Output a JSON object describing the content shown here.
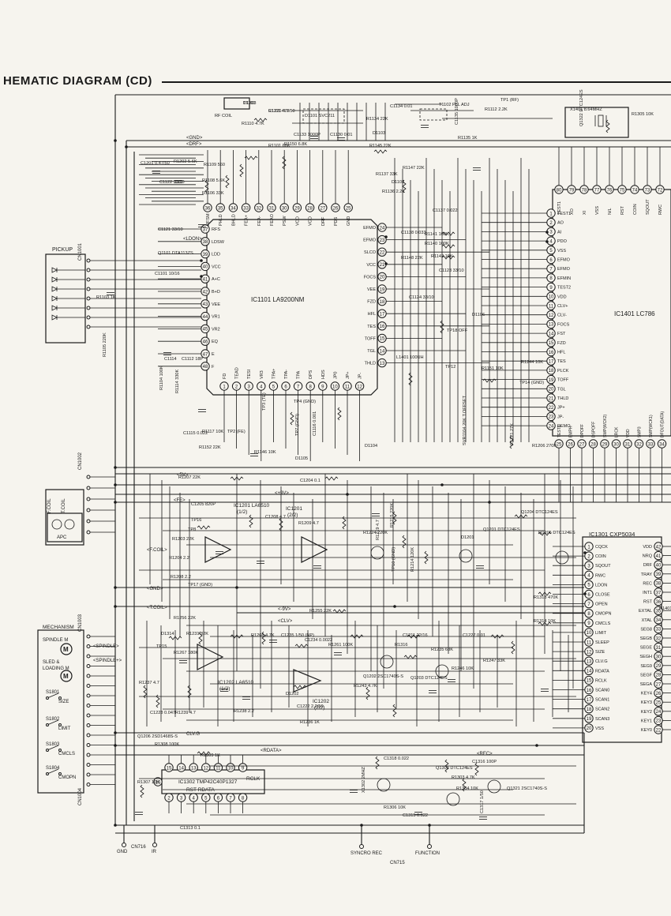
{
  "title": "HEMATIC DIAGRAM (CD)",
  "ic1101": {
    "label": "IC1101 LA9200NM",
    "left_pins": [
      {
        "n": "37",
        "name": "RFS"
      },
      {
        "n": "38",
        "name": "LDSW"
      },
      {
        "n": "39",
        "name": "LDD"
      },
      {
        "n": "40",
        "name": "VCC"
      },
      {
        "n": "41",
        "name": "A+C"
      },
      {
        "n": "42",
        "name": "B+D"
      },
      {
        "n": "43",
        "name": "VEE"
      },
      {
        "n": "44",
        "name": "VR1"
      },
      {
        "n": "45",
        "name": "VR2"
      },
      {
        "n": "46",
        "name": "EQ"
      },
      {
        "n": "47",
        "name": "E"
      },
      {
        "n": "48",
        "name": "F"
      }
    ],
    "right_pins": [
      {
        "n": "24",
        "name": "EFMO"
      },
      {
        "n": "23",
        "name": "EFMO"
      },
      {
        "n": "22",
        "name": "SLCO"
      },
      {
        "n": "21",
        "name": "VCC"
      },
      {
        "n": "20",
        "name": "FOCS"
      },
      {
        "n": "19",
        "name": "VEE"
      },
      {
        "n": "18",
        "name": "FZD"
      },
      {
        "n": "17",
        "name": "HFL"
      },
      {
        "n": "16",
        "name": "TES"
      },
      {
        "n": "15",
        "name": "TOFF"
      },
      {
        "n": "14",
        "name": "TGL"
      },
      {
        "n": "13",
        "name": "THLD"
      }
    ],
    "top_pins": [
      {
        "n": "36",
        "name": "RFSM"
      },
      {
        "n": "35",
        "name": "PHLD"
      },
      {
        "n": "34",
        "name": "BHLD"
      },
      {
        "n": "33",
        "name": "FEA+"
      },
      {
        "n": "32",
        "name": "FEA-"
      },
      {
        "n": "31",
        "name": "FEAO"
      },
      {
        "n": "30",
        "name": "PSW"
      },
      {
        "n": "29",
        "name": "VCO"
      },
      {
        "n": "28",
        "name": "VCO"
      },
      {
        "n": "27",
        "name": "DRF"
      },
      {
        "n": "26",
        "name": "PDS"
      },
      {
        "n": "25",
        "name": "GND"
      }
    ],
    "bottom_pins": [
      {
        "n": "1",
        "name": "FD"
      },
      {
        "n": "2",
        "name": "TEAD"
      },
      {
        "n": "3",
        "name": "TESI"
      },
      {
        "n": "4",
        "name": "VR3"
      },
      {
        "n": "5",
        "name": "TPA+"
      },
      {
        "n": "6",
        "name": "TPA-"
      },
      {
        "n": "7",
        "name": "TPA"
      },
      {
        "n": "8",
        "name": "DPS"
      },
      {
        "n": "9",
        "name": "HDS"
      },
      {
        "n": "10",
        "name": "JP0"
      },
      {
        "n": "11",
        "name": "JP+"
      },
      {
        "n": "12",
        "name": "JP-"
      }
    ]
  },
  "ic1401": {
    "label": "IC1401 LC786",
    "top_pins": [
      "80",
      "79",
      "78",
      "77",
      "76",
      "75",
      "74",
      "73",
      "72"
    ],
    "top_names": [
      "TEST1",
      "XO",
      "XI",
      "VSS",
      "N/L",
      "RST",
      "COIN",
      "SQOUT",
      "RWC"
    ],
    "left_pins": [
      {
        "n": "1",
        "name": "TEST1"
      },
      {
        "n": "2",
        "name": "AO"
      },
      {
        "n": "3",
        "name": "AI"
      },
      {
        "n": "4",
        "name": "PDO"
      },
      {
        "n": "5",
        "name": "VSS"
      },
      {
        "n": "6",
        "name": "EFMO"
      },
      {
        "n": "7",
        "name": "EFMO"
      },
      {
        "n": "8",
        "name": "EFMIN"
      },
      {
        "n": "9",
        "name": "TEST2"
      },
      {
        "n": "10",
        "name": "VDD"
      },
      {
        "n": "11",
        "name": "CLV+"
      },
      {
        "n": "12",
        "name": "CLV-"
      },
      {
        "n": "13",
        "name": "FOCS"
      },
      {
        "n": "14",
        "name": "FST"
      },
      {
        "n": "15",
        "name": "FZD"
      },
      {
        "n": "16",
        "name": "HFL"
      },
      {
        "n": "17",
        "name": "TES"
      },
      {
        "n": "18",
        "name": "PLCK"
      },
      {
        "n": "19",
        "name": "TOFF"
      },
      {
        "n": "20",
        "name": "TGL"
      },
      {
        "n": "21",
        "name": "THLD"
      },
      {
        "n": "22",
        "name": "JP+"
      },
      {
        "n": "23",
        "name": "JP-"
      },
      {
        "n": "24",
        "name": "DEMO"
      }
    ],
    "bottom_pins": [
      "25",
      "26",
      "27",
      "28",
      "29",
      "30",
      "31",
      "32",
      "33",
      "34"
    ],
    "bottom_names": [
      "TEST3",
      "EMPH",
      "DPOFF",
      "DSPOFF",
      "SWP(WCK2)",
      "LRCK",
      "VDD",
      "SMP3",
      "SMP(WCK1)",
      "DFOUT(DATA)"
    ]
  },
  "ic1302": {
    "label": "IC1302 TMP42C40P1327",
    "sub": "RST RDATA",
    "top_pins": [
      "15",
      "14",
      "13",
      "12",
      "11",
      "10",
      "9"
    ],
    "bottom_pins": [
      "2",
      "3",
      "4",
      "5",
      "6",
      "7",
      "8"
    ],
    "left_pin": "16",
    "rclk": "RCLK"
  },
  "ic1301": {
    "label": "IC1301 CXP5034",
    "left_pins": [
      {
        "n": "1",
        "name": "CQCK"
      },
      {
        "n": "2",
        "name": "COIN"
      },
      {
        "n": "3",
        "name": "SQOUT"
      },
      {
        "n": "4",
        "name": "RWC"
      },
      {
        "n": "5",
        "name": "LDON"
      },
      {
        "n": "6",
        "name": "CLOSE"
      },
      {
        "n": "7",
        "name": "OPEN"
      },
      {
        "n": "8",
        "name": "CMOPN"
      },
      {
        "n": "9",
        "name": "CMCLS"
      },
      {
        "n": "10",
        "name": "LIMIT"
      },
      {
        "n": "11",
        "name": "SLEEP"
      },
      {
        "n": "12",
        "name": "SIZE"
      },
      {
        "n": "13",
        "name": "CLV.G"
      },
      {
        "n": "14",
        "name": "RDATA"
      },
      {
        "n": "15",
        "name": "RCLK"
      },
      {
        "n": "16",
        "name": "SCAN0"
      },
      {
        "n": "17",
        "name": "SCAN1"
      },
      {
        "n": "18",
        "name": "SCAN2"
      },
      {
        "n": "19",
        "name": "SCAN3"
      },
      {
        "n": "20",
        "name": "VSS"
      }
    ],
    "right_pins": [
      {
        "n": "42",
        "name": "VDD"
      },
      {
        "n": "41",
        "name": "NRQ"
      },
      {
        "n": "40",
        "name": "DRF"
      },
      {
        "n": "39",
        "name": "TRAY"
      },
      {
        "n": "38",
        "name": "REC"
      },
      {
        "n": "37",
        "name": "INT1"
      },
      {
        "n": "36",
        "name": "RST"
      },
      {
        "n": "35",
        "name": "EXTAL"
      },
      {
        "n": "34",
        "name": "XTAL"
      },
      {
        "n": "33",
        "name": "SEG8"
      },
      {
        "n": "32",
        "name": "SEGB"
      },
      {
        "n": "31",
        "name": "SEGE"
      },
      {
        "n": "30",
        "name": "SEGH"
      },
      {
        "n": "29",
        "name": "SEG9"
      },
      {
        "n": "28",
        "name": "SEGF"
      },
      {
        "n": "27",
        "name": "SEGA"
      },
      {
        "n": "26",
        "name": "KEY4"
      },
      {
        "n": "25",
        "name": "KEY3"
      },
      {
        "n": "24",
        "name": "KEY2"
      },
      {
        "n": "23",
        "name": "KEY1"
      },
      {
        "n": "22",
        "name": "KEY0"
      }
    ]
  },
  "ic_small": [
    {
      "label": "IC1201 LA6510",
      "sub": "(1/2)"
    },
    {
      "label": "IC1201",
      "sub": "(2/2)"
    },
    {
      "label": "IC1202 LA6510",
      "sub": "(1/2)"
    },
    {
      "label": "IC1202",
      "sub": "(2/2)"
    }
  ],
  "connectors": {
    "cn1001": "CN1001",
    "cn1002": "CN1002",
    "cn1003": "CN1003",
    "cn1004": "CN1004",
    "cn716": "CN716",
    "cn715": "CN715"
  },
  "left_labels": {
    "pickup": "PICKUP",
    "fcoil": "F.COIL",
    "tcoil": "T.COIL",
    "apc": "APC",
    "mechanism": "MECHANISM",
    "spindle_m": "SPINDLE M",
    "sled": "SLED &",
    "loading": "LOADING M",
    "s1801": "S1801",
    "size": "SIZE",
    "s1802": "S1802",
    "limit": "LIMIT",
    "s1803": "S1803",
    "cmcls": "CMCLS",
    "s1804": "S1804",
    "cmopn": "CMOPN"
  },
  "bus": {
    "gnd": "<GND>",
    "drf": "<DRF>",
    "ldon": "<LDON>",
    "plus5": "<5V>",
    "fcoil": "<F.COIL>",
    "tcoil": "<T.COIL>",
    "fe": "<FE>",
    "plus9": "<+9V>",
    "minus9": "<-9V>",
    "clv": "<CLV>",
    "clvg": "CLV.G",
    "spindle": "<SPINDLE>",
    "sled": "<SPINDLE+>",
    "rdata": "<RDATA>",
    "rec": "<REC>",
    "drf2": "<DRF>"
  },
  "parts": [
    "R1111 470",
    "T1101",
    "RF COIL",
    "D1101 SVC211",
    "C1133 1000P",
    "C1130 0.01",
    "C1134 0.01",
    "T1102 PLL ADJ",
    "TP1 (RF)",
    "R1112 2.2K",
    "R1134 22K",
    "C1135 1000P",
    "R1135 1K",
    "D1103",
    "R1110 4.7K",
    "R1101 68K",
    "R1150 6.8K",
    "R1145 22K",
    "R1109 560",
    "C1201 0.47/50",
    "R1202 5.6K",
    "C1122 33/10",
    "R1108 5.6K",
    "R1106 33K",
    "R1137 33K",
    "D1102",
    "R1147 22K",
    "R1136 2.2K",
    "C1137 0.022",
    "C1138 0.033",
    "R1141 100K",
    "R1140 100K",
    "R1148 22K",
    "R1142 10K",
    "C1123 33/10",
    "C1124 33/10",
    "C1121 33/10",
    "Q1101 DTA113ZS",
    "C1101 10/16",
    "R1103 1K",
    "R1105 220K",
    "C1112 18P",
    "C1114",
    "R1104 100K",
    "R1114 330K",
    "TP3 (TE)",
    "C1115 0.022",
    "R1117 10K",
    "TP2 (FE)",
    "TP4 (GND)",
    "TP7 (GND)",
    "C1116 0.001",
    "R1152 22K",
    "D1104",
    "R1146 10K",
    "D1105",
    "D1106",
    "TP18 OFF",
    "TP12",
    "R1151 10K",
    "L1401 100UH",
    "R1244 10K",
    "TP14 (GND)",
    "SVR1104 20K T.OFFSET",
    "R1221 27K",
    "R1206 270K",
    "R1207 22K",
    "C1204 0.1",
    "C1205 820P",
    "TP16",
    "TP8",
    "R1203 22K",
    "R1204 2.2",
    "R1208 2.2",
    "TP17 (GND)",
    "C1208 4.7",
    "R1209 4.7",
    "R1224 220K",
    "R1219 4.7",
    "R1215 220K",
    "TP10 (GND)",
    "R1214 120K",
    "D1201",
    "Q1201 DTC124ES",
    "Q1204 DTC124ES",
    "Q1205 DTC124ES",
    "R1318 470K",
    "R1314 10K",
    "R1255 22K",
    "R1256 22K",
    "D1314",
    "R1231 82K",
    "TP15",
    "R1267 180K",
    "R1266 4.7K",
    "C1235 1/50 (NP)",
    "C1234 0.0022",
    "R1261 100K",
    "C1211 22/16",
    "R1235 68K",
    "C1227 0.01",
    "R1247 33K",
    "R1246 10K",
    "Q1203 DTC124ES",
    "Q1202 2SC1740S-S",
    "R1243 4.7K",
    "D1202",
    "C1222 2.2/50",
    "R1236 1K",
    "R1237 4.7",
    "C1228 0.047",
    "R1239 4.7",
    "R1238 2.2",
    "Q1206 2SD1468S-S",
    "R1308 100K",
    "R1309 1K",
    "R1307 10K",
    "C1313 0.1",
    "C1318 0.022",
    "X1302 2MHZ",
    "R1306 10K",
    "C1315 0.022",
    "Q1302 DTC124ES",
    "C1316 100P",
    "R1303 4.7K",
    "R1304 10K",
    "Q1321 2SC1740S-S",
    "C1317 1/50",
    "R1305 10K",
    "Q1322 DTC124ES",
    "X1401 8.64MHZ",
    "R1401 1K",
    "R1316",
    "C1226 4.7/50",
    "D1203"
  ],
  "bottom_labels": {
    "gnd": "GND",
    "ir": "IR",
    "syncro": "SYNCRO REC",
    "function": "FUNCTION",
    "cn716": "CN716",
    "cn715": "CN715"
  }
}
